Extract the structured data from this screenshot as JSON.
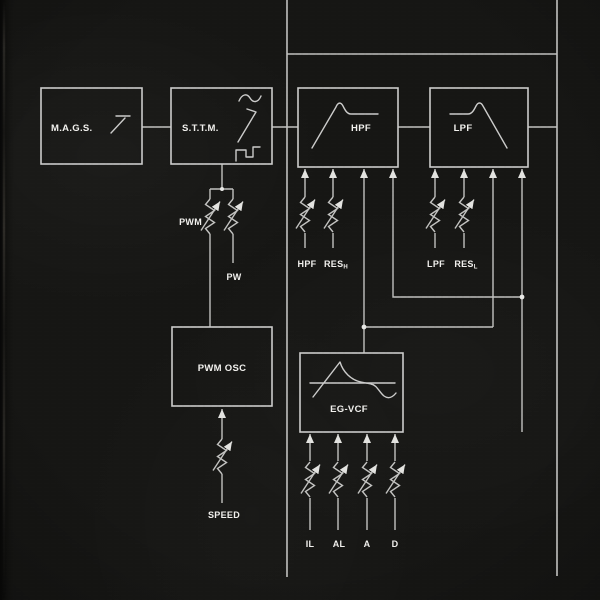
{
  "diagram": {
    "blocks": {
      "mags": {
        "label": "M.A.G.S."
      },
      "sttm": {
        "label": "S.T.T.M."
      },
      "hpf": {
        "label": "HPF"
      },
      "lpf": {
        "label": "LPF"
      },
      "pwm_osc": {
        "label": "PWM OSC"
      },
      "eg_vcf": {
        "label": "EG-VCF"
      }
    },
    "controls": {
      "pwm": {
        "label": "PWM"
      },
      "pw": {
        "label": "PW"
      },
      "speed": {
        "label": "SPEED"
      },
      "hpf_cutoff": {
        "label": "HPF"
      },
      "hpf_res": {
        "label": "RES",
        "sub": "H"
      },
      "lpf_cutoff": {
        "label": "LPF"
      },
      "lpf_res": {
        "label": "RES",
        "sub": "L"
      },
      "eg_il": {
        "label": "IL"
      },
      "eg_al": {
        "label": "AL"
      },
      "eg_a": {
        "label": "A"
      },
      "eg_d": {
        "label": "D"
      }
    },
    "icons": {
      "mags_switch": "switch-icon",
      "sttm_sine": "sine-wave-icon",
      "sttm_saw": "saw-wave-icon",
      "sttm_pulse": "pulse-wave-icon",
      "hpf_response": "highpass-curve-icon",
      "lpf_response": "lowpass-curve-icon",
      "eg_envelope": "envelope-curve-icon",
      "mod_knob": "variable-resistor-arrow-icon"
    },
    "colors": {
      "background": "#161614",
      "line": "#c2c2c0",
      "box": "#cccccb",
      "text": "#f2f1ee"
    }
  }
}
